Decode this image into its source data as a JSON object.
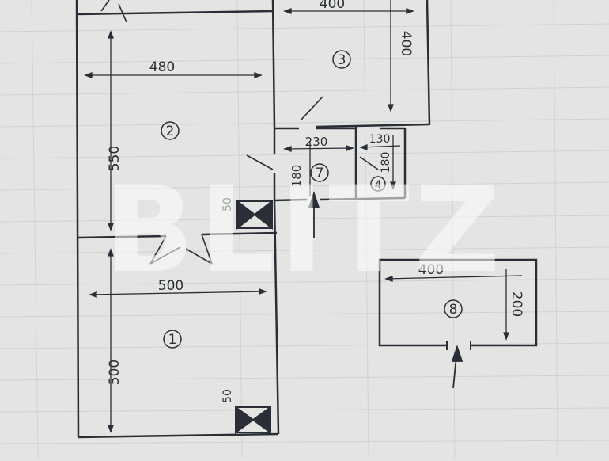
{
  "rooms": [
    {
      "id": "room-1",
      "label": "1"
    },
    {
      "id": "room-2",
      "label": "2"
    },
    {
      "id": "room-3",
      "label": "3"
    },
    {
      "id": "room-4",
      "label": "4"
    },
    {
      "id": "room-7",
      "label": "7"
    },
    {
      "id": "room-8",
      "label": "8"
    }
  ],
  "dimensions": {
    "room1_width": "500",
    "room1_height": "500",
    "room2_width": "480",
    "room2_height": "550",
    "room3_width": "400",
    "room3_height": "400",
    "room7_width": "230",
    "room7_height": "180",
    "room4_width": "130",
    "room4_height": "180",
    "room8_width": "400",
    "room8_height": "200"
  },
  "vents": [
    {
      "id": "vent-upper",
      "label": "50"
    },
    {
      "id": "vent-lower",
      "label": "50"
    }
  ],
  "watermark": "BLITZ"
}
